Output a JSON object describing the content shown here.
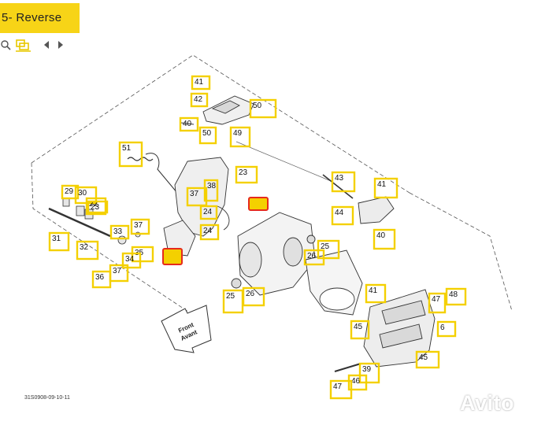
{
  "title": "5- Reverse",
  "toolbar": {
    "zoom_icon": "zoom-icon",
    "hotspot_icon": "hotspot-icon",
    "prev_icon": "prev-arrow-icon",
    "next_icon": "next-arrow-icon"
  },
  "colors": {
    "accent": "#f7d417",
    "callout_border": "#f4d000",
    "highlight": "#e62a1c"
  },
  "front_label": [
    "Front",
    "Avant"
  ],
  "doc_code": "31S0908-09-10-11",
  "watermark": "Avito",
  "callouts": [
    "41",
    "42",
    "50",
    "40",
    "50",
    "49",
    "51",
    "23",
    "43",
    "41",
    "29",
    "30",
    "22",
    "23",
    "37",
    "38",
    "24",
    "44",
    "40",
    "31",
    "33",
    "37",
    "24",
    "25",
    "32",
    "35",
    "34",
    "26",
    "36",
    "37",
    "25",
    "26",
    "45",
    "41",
    "47",
    "48",
    "6",
    "45",
    "39",
    "46",
    "47",
    "48"
  ]
}
